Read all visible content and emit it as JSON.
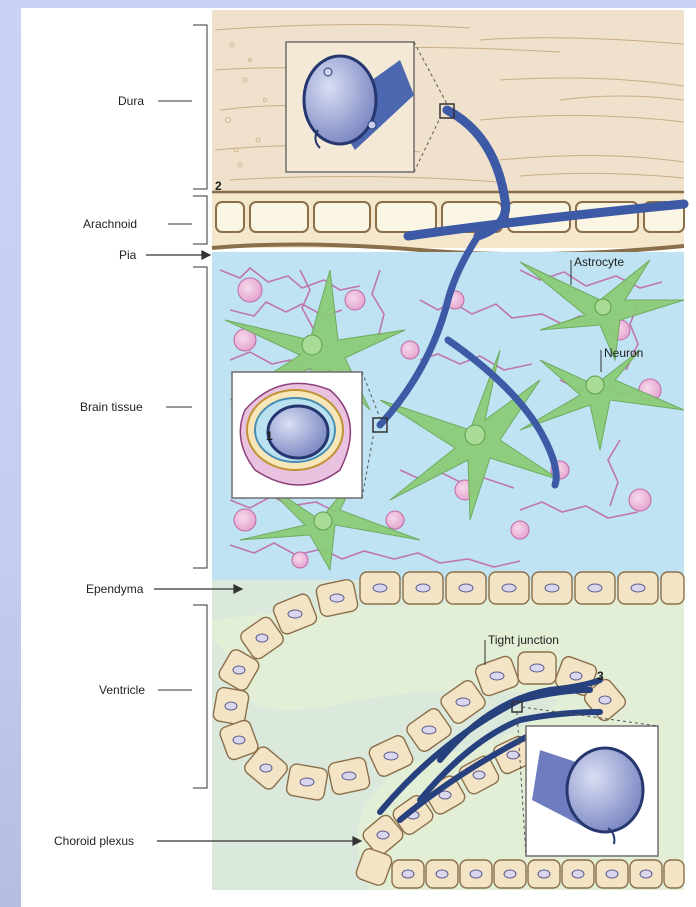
{
  "labels": {
    "dura": "Dura",
    "arachnoid": "Arachnoid",
    "pia": "Pia",
    "brain_tissue": "Brain tissue",
    "ependyma": "Ependyma",
    "ventricle": "Ventricle",
    "choroid_plexus": "Choroid plexus",
    "astrocyte": "Astrocyte",
    "neuron": "Neuron",
    "tight_junction": "Tight junction"
  },
  "markers": {
    "one": "1",
    "two": "2",
    "three": "3"
  },
  "colors": {
    "dura": "#efe1cb",
    "arachnoid_cell": "#fbf5e3",
    "brain_fluid": "#bfe3f2",
    "ventricle": "#dfecd2",
    "vessel": "#3d5aa6",
    "astrocyte_process": "#c06aa8",
    "neuron": "#8ccc78",
    "astrocyte_body": "#f2c5e2"
  }
}
